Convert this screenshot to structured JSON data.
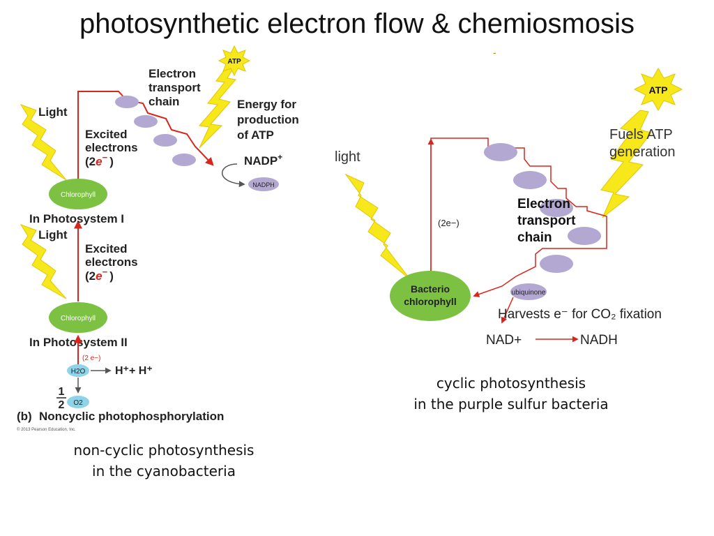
{
  "title": "photosynthetic electron flow & chemiosmosis",
  "colors": {
    "red": "#d9261c",
    "chlorophyll": "#7dc142",
    "carrier": "#b3a8d2",
    "bolt": "#f6e81a",
    "water": "#8fd3e8"
  },
  "left": {
    "etc_label": [
      "Electron",
      "transport",
      "chain"
    ],
    "atp": "ATP",
    "energy_label": [
      "Energy for",
      "production",
      "of ATP"
    ],
    "nadp_plus": "NADP",
    "nadp_plus_sup": "+",
    "nadph": "NADPH",
    "light_1": "Light",
    "light_2": "Light",
    "excited_1": [
      "Excited",
      "electrons",
      "(2",
      "e",
      "−",
      ")"
    ],
    "excited_2": [
      "Excited",
      "electrons",
      "(2",
      "e",
      "−",
      ")"
    ],
    "chlorophyll_1": "Chlorophyll",
    "chlorophyll_2": "Chlorophyll",
    "ps1": "In Photosystem I",
    "ps2": "In Photosystem II",
    "two_e": "(2 e−)",
    "h2o": "H2O",
    "h_plus": "H⁺+ H⁺",
    "half_num": "1",
    "half_den": "2",
    "o2": "O2",
    "b_label": "(b)",
    "noncyclic": "Noncyclic photophosphorylation",
    "copyright": "© 2013 Pearson Education, Inc."
  },
  "right": {
    "light": "light",
    "atp": "ATP",
    "fuels": [
      "Fuels ATP",
      "generation"
    ],
    "etc_label": [
      "Electron",
      "transport",
      "chain"
    ],
    "two_e": "(2e−)",
    "bacterio": [
      "Bacterio",
      "chlorophyll"
    ],
    "ubiquinone": "ubiquinone",
    "harvests": "Harvests e⁻ for CO₂ fixation",
    "nad_plus": "NAD+",
    "nadh": "NADH"
  },
  "captions": {
    "left": [
      "non-cyclic photosynthesis",
      "in the cyanobacteria"
    ],
    "right": [
      "cyclic photosynthesis",
      "in the purple sulfur bacteria"
    ]
  },
  "marker": "-"
}
